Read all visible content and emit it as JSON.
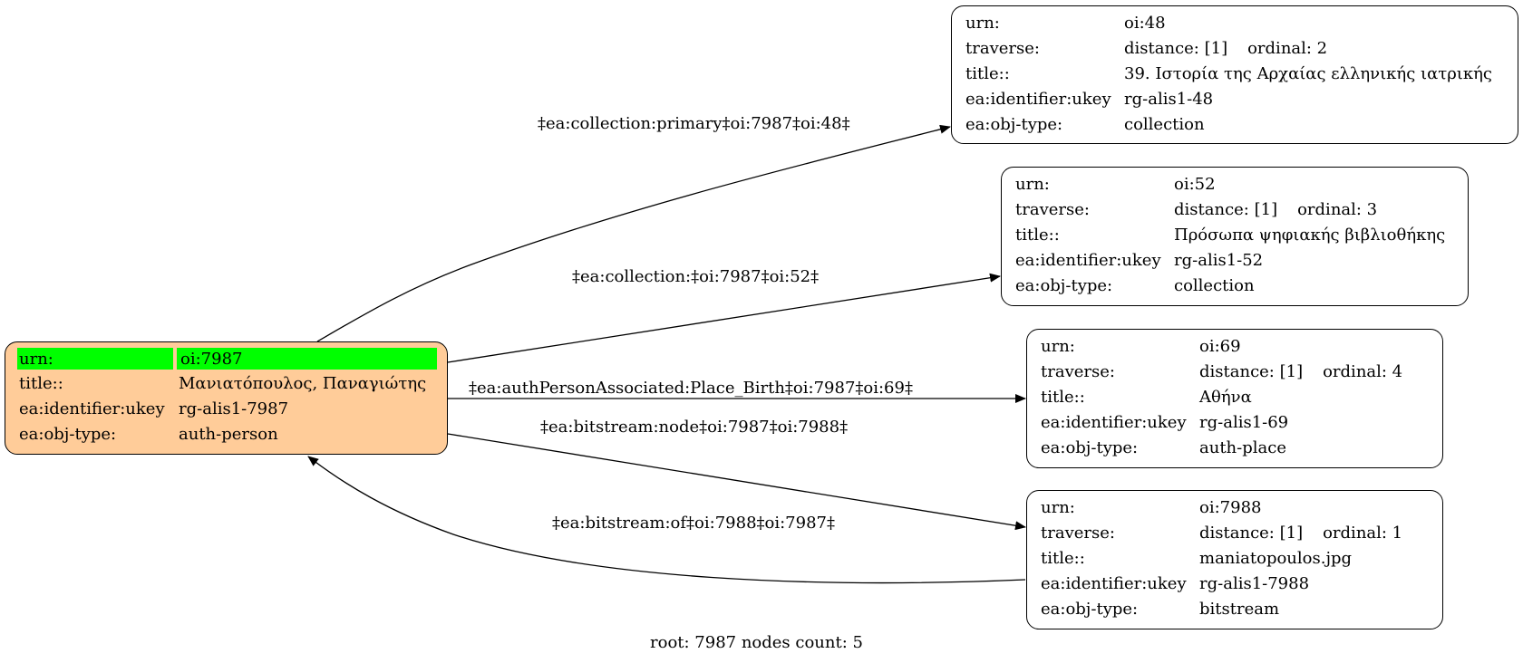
{
  "root": {
    "urn_key": "urn:",
    "urn": "oi:7987",
    "title_key": "title::",
    "title": "Μανιατόπουλος, Παναγιώτης",
    "ukey_key": "ea:identifier:ukey",
    "ukey": "rg-alis1-7987",
    "type_key": "ea:obj-type:",
    "type": "auth-person",
    "highlight_color": "#00ff00",
    "fill_color": "#ffcc99"
  },
  "nodes": [
    {
      "urn_key": "urn:",
      "urn": "oi:48",
      "traverse_key": "traverse:",
      "distance": "distance: [1]",
      "ordinal": "ordinal: 2",
      "title_key": "title::",
      "title": "39. Ιστορία της Αρχαίας ελληνικής ιατρικής",
      "ukey_key": "ea:identifier:ukey",
      "ukey": "rg-alis1-48",
      "type_key": "ea:obj-type:",
      "type": "collection"
    },
    {
      "urn_key": "urn:",
      "urn": "oi:52",
      "traverse_key": "traverse:",
      "distance": "distance: [1]",
      "ordinal": "ordinal: 3",
      "title_key": "title::",
      "title": "Πρόσωπα ψηφιακής βιβλιοθήκης",
      "ukey_key": "ea:identifier:ukey",
      "ukey": "rg-alis1-52",
      "type_key": "ea:obj-type:",
      "type": "collection"
    },
    {
      "urn_key": "urn:",
      "urn": "oi:69",
      "traverse_key": "traverse:",
      "distance": "distance: [1]",
      "ordinal": "ordinal: 4",
      "title_key": "title::",
      "title": "Αθήνα",
      "ukey_key": "ea:identifier:ukey",
      "ukey": "rg-alis1-69",
      "type_key": "ea:obj-type:",
      "type": "auth-place"
    },
    {
      "urn_key": "urn:",
      "urn": "oi:7988",
      "traverse_key": "traverse:",
      "distance": "distance: [1]",
      "ordinal": "ordinal: 1",
      "title_key": "title::",
      "title": "maniatopoulos.jpg",
      "ukey_key": "ea:identifier:ukey",
      "ukey": "rg-alis1-7988",
      "type_key": "ea:obj-type:",
      "type": "bitstream"
    }
  ],
  "edges": [
    {
      "label": "‡ea:collection:primary‡oi:7987‡oi:48‡"
    },
    {
      "label": "‡ea:collection:‡oi:7987‡oi:52‡"
    },
    {
      "label": "‡ea:authPersonAssociated:Place_Birth‡oi:7987‡oi:69‡"
    },
    {
      "label": "‡ea:bitstream:node‡oi:7987‡oi:7988‡"
    },
    {
      "label": "‡ea:bitstream:of‡oi:7988‡oi:7987‡"
    }
  ],
  "footer": "root: 7987 nodes count: 5"
}
